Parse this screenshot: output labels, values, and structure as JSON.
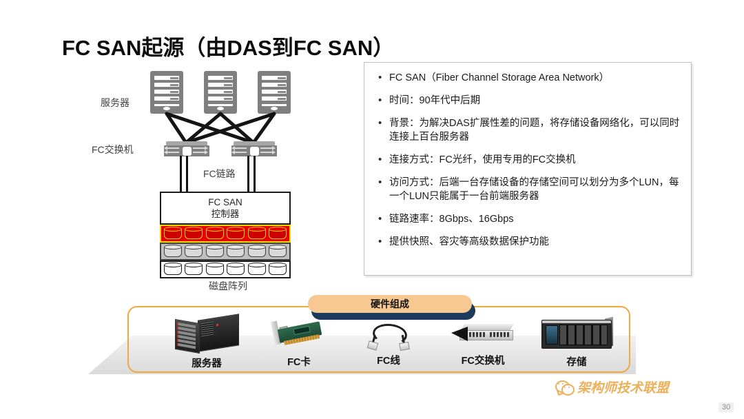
{
  "slide": {
    "title": "FC SAN起源（由DAS到FC SAN）",
    "page_number": "30"
  },
  "bullets": [
    {
      "marker": "•",
      "text": "FC SAN（Fiber Channel Storage Area Network）"
    },
    {
      "marker": "•",
      "text": "时间：90年代中后期"
    },
    {
      "marker": "•",
      "text": "背景：为解决DAS扩展性差的问题，将存储设备网络化，可以同时连接上百台服务器"
    },
    {
      "marker": "•",
      "text": "连接方式：FC光纤，使用专用的FC交换机"
    },
    {
      "marker": "•",
      "text": "访问方式：后端一台存储设备的存储空间可以划分为多个LUN，每一个LUN只能属于一台前端服务器"
    },
    {
      "marker": "•",
      "text": "链路速率：8Gbps、16Gbps"
    },
    {
      "marker": "•",
      "text": "提供快照、容灾等高级数据保护功能"
    }
  ],
  "diagram": {
    "labels": {
      "servers": "服务器",
      "fc_switch": "FC交换机",
      "fc_link": "FC链路",
      "disk_array": "磁盘阵列"
    },
    "controller": {
      "line1": "FC SAN",
      "line2": "控制器"
    },
    "server_count": 3,
    "switch_count": 2,
    "disk_rows": [
      {
        "style": "red",
        "count": 6
      },
      {
        "style": "grey",
        "count": 6
      },
      {
        "style": "white",
        "count": 6
      }
    ]
  },
  "hardware": {
    "banner": "硬件组成",
    "items": [
      {
        "icon": "rack-server-icon",
        "label": "服务器"
      },
      {
        "icon": "fc-hba-card-icon",
        "label": "FC卡"
      },
      {
        "icon": "fc-cable-icon",
        "label": "FC线"
      },
      {
        "icon": "fc-switch-icon",
        "label": "FC交换机"
      },
      {
        "icon": "storage-array-icon",
        "label": "存储"
      }
    ]
  },
  "watermark": {
    "icon": "wechat-icon",
    "text": "架构师技术联盟"
  },
  "colors": {
    "title": "#0d0d0d",
    "panel_border": "#bfbfbf",
    "accent_orange": "#f0a93c",
    "banner_fill": "#f7c892",
    "banner_shadow": "#1b3a5c",
    "disk_red": "#e60000",
    "disk_highlight": "#ffd600",
    "device_grey": "#7f7f7f",
    "watermark": "#e8a33d"
  }
}
